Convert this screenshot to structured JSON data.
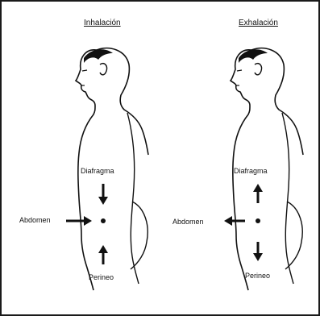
{
  "panels": {
    "left": {
      "heading": "Inhalación",
      "top_label": "Diafragma",
      "side_label": "Abdomen",
      "bottom_label": "Perineo",
      "diaphragm_arrow": "down",
      "abdomen_arrow": "right",
      "perineum_arrow": "up"
    },
    "right": {
      "heading": "Exhalación",
      "top_label": "Diafragma",
      "side_label": "Abdomen",
      "bottom_label": "Perineo",
      "diaphragm_arrow": "up",
      "abdomen_arrow": "left",
      "perineum_arrow": "down"
    }
  },
  "colors": {
    "ink": "#111111",
    "frame": "#1a1a1a",
    "background": "#ffffff"
  },
  "icons": [
    "arrow-down-icon",
    "arrow-up-icon",
    "arrow-right-icon",
    "arrow-left-icon",
    "center-dot-icon"
  ]
}
